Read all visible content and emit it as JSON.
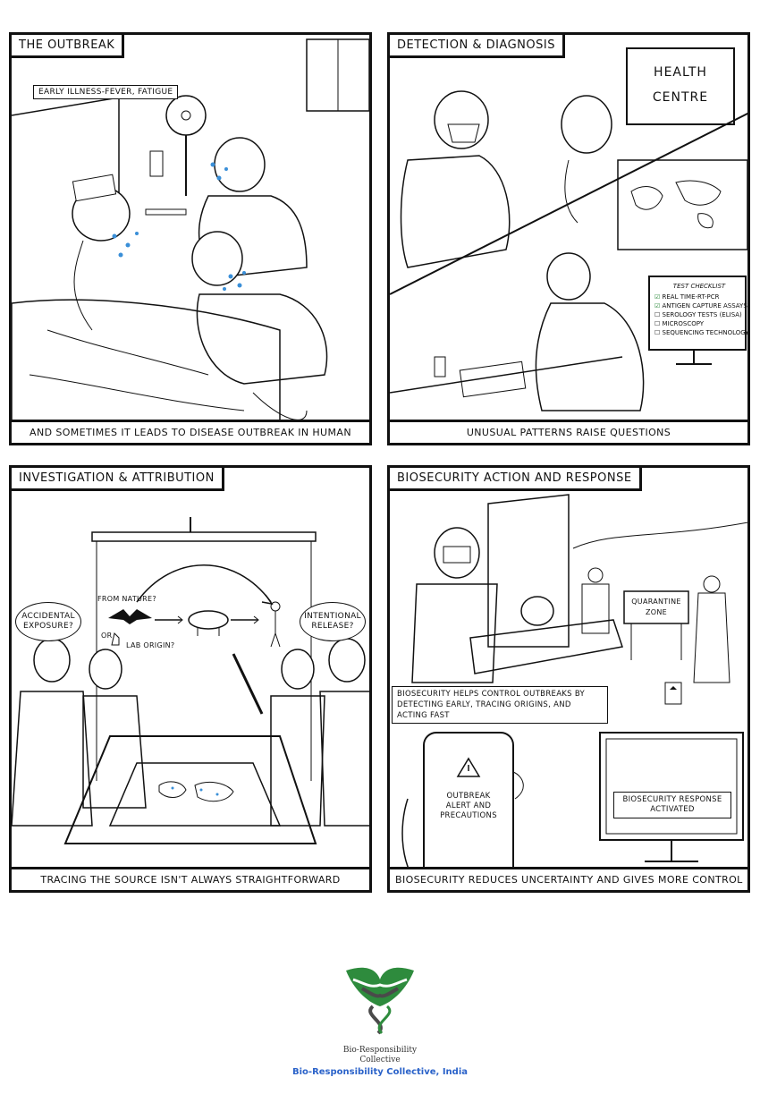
{
  "panels": [
    {
      "title": "THE OUTBREAK",
      "label": "EARLY ILLNESS-FEVER, FATIGUE",
      "caption": "AND SOMETIMES IT LEADS TO DISEASE OUTBREAK IN HUMAN"
    },
    {
      "title": "DETECTION & DIAGNOSIS",
      "sign": "HEALTH CENTRE",
      "checklist_title": "TEST CHECKLIST",
      "checklist": [
        {
          "text": "REAL TIME-RT-PCR",
          "checked": true
        },
        {
          "text": "ANTIGEN CAPTURE ASSAYS",
          "checked": true
        },
        {
          "text": "SEROLOGY TESTS (ELISA)",
          "checked": false
        },
        {
          "text": "MICROSCOPY",
          "checked": false
        },
        {
          "text": "SEQUENCING TECHNOLOGY",
          "checked": false
        }
      ],
      "caption": "UNUSUAL PATTERNS RAISE QUESTIONS"
    },
    {
      "title": "INVESTIGATION & ATTRIBUTION",
      "bubble_left": "ACCIDENTAL EXPOSURE?",
      "bubble_right": "INTENTIONAL RELEASE?",
      "from_nature": "FROM NATURE?",
      "or": "OR",
      "lab_origin": "LAB ORIGIN?",
      "caption": "TRACING THE SOURCE ISN'T ALWAYS STRAIGHTFORWARD"
    },
    {
      "title": "BIOSECURITY ACTION AND RESPONSE",
      "quarantine": "QUARANTINE ZONE",
      "info_box": "BIOSECURITY HELPS CONTROL OUTBREAKS BY DETECTING EARLY, TRACING ORIGINS, AND ACTING FAST",
      "phone_text": "OUTBREAK ALERT AND PRECAUTIONS",
      "monitor_text": "BIOSECURITY RESPONSE ACTIVATED",
      "caption": "BIOSECURITY REDUCES UNCERTAINTY AND GIVES MORE CONTROL"
    }
  ],
  "footer": {
    "org_line": "Bio-Responsibility Collective",
    "org_full": "Bio-Responsibility Collective, India"
  },
  "colors": {
    "ink": "#111111",
    "virus_blue": "#3a8fd8",
    "logo_green": "#2e8b3d",
    "logo_gray": "#4a4a4a",
    "footer_blue": "#2a62c9"
  }
}
